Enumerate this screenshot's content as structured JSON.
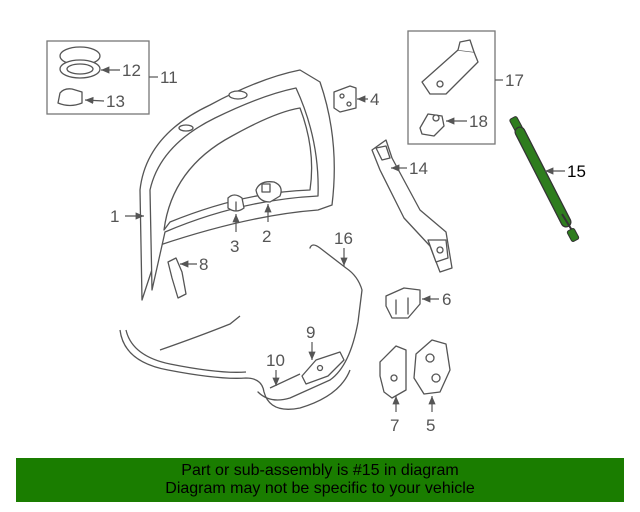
{
  "diagram": {
    "callouts": [
      "1",
      "2",
      "3",
      "4",
      "5",
      "6",
      "7",
      "8",
      "9",
      "10",
      "11",
      "12",
      "13",
      "14",
      "15",
      "16",
      "17",
      "18"
    ],
    "highlighted_part": "15",
    "highlight_color": "#2e7d1e"
  },
  "banner": {
    "line1": "Part or sub-assembly is #15 in diagram",
    "line2": "Diagram may not be specific to your vehicle",
    "background_color": "#1a7d00"
  }
}
